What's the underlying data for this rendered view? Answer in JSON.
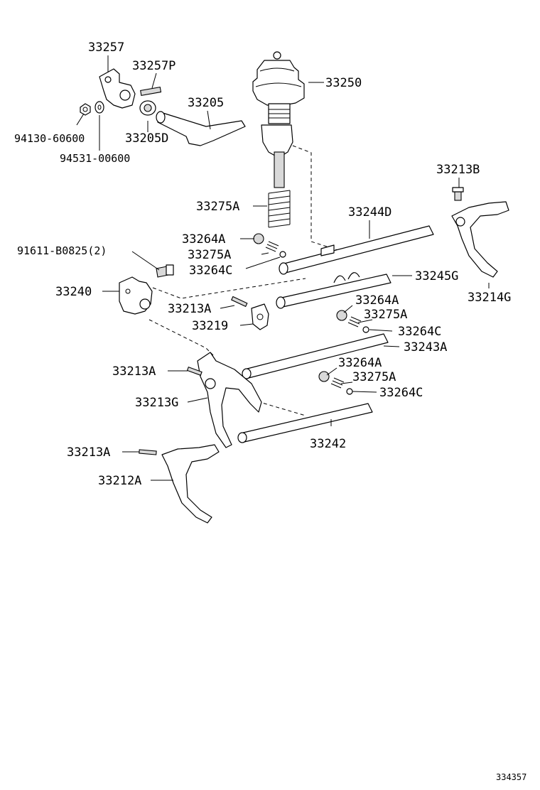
{
  "labels": {
    "p33257": "33257",
    "p33257P": "33257P",
    "p33250": "33250",
    "p33205": "33205",
    "p94130": "94130-60600",
    "p33205D": "33205D",
    "p94531": "94531-00600",
    "p33213B": "33213B",
    "p33275A_top": "33275A",
    "p33244D": "33244D",
    "p33264A_1": "33264A",
    "p91611": "91611-B0825(2)",
    "p33275A_1": "33275A",
    "p33264C_1": "33264C",
    "p33245G": "33245G",
    "p33240": "33240",
    "p33214G": "33214G",
    "p33264A_2": "33264A",
    "p33213A_1": "33213A",
    "p33275A_2": "33275A",
    "p33219": "33219",
    "p33264C_2": "33264C",
    "p33243A": "33243A",
    "p33264A_3": "33264A",
    "p33213A_2": "33213A",
    "p33275A_3": "33275A",
    "p33213G": "33213G",
    "p33264C_3": "33264C",
    "p33242": "33242",
    "p33213A_3": "33213A",
    "p33212A": "33212A"
  },
  "footer": {
    "diagram_number": "334357"
  }
}
